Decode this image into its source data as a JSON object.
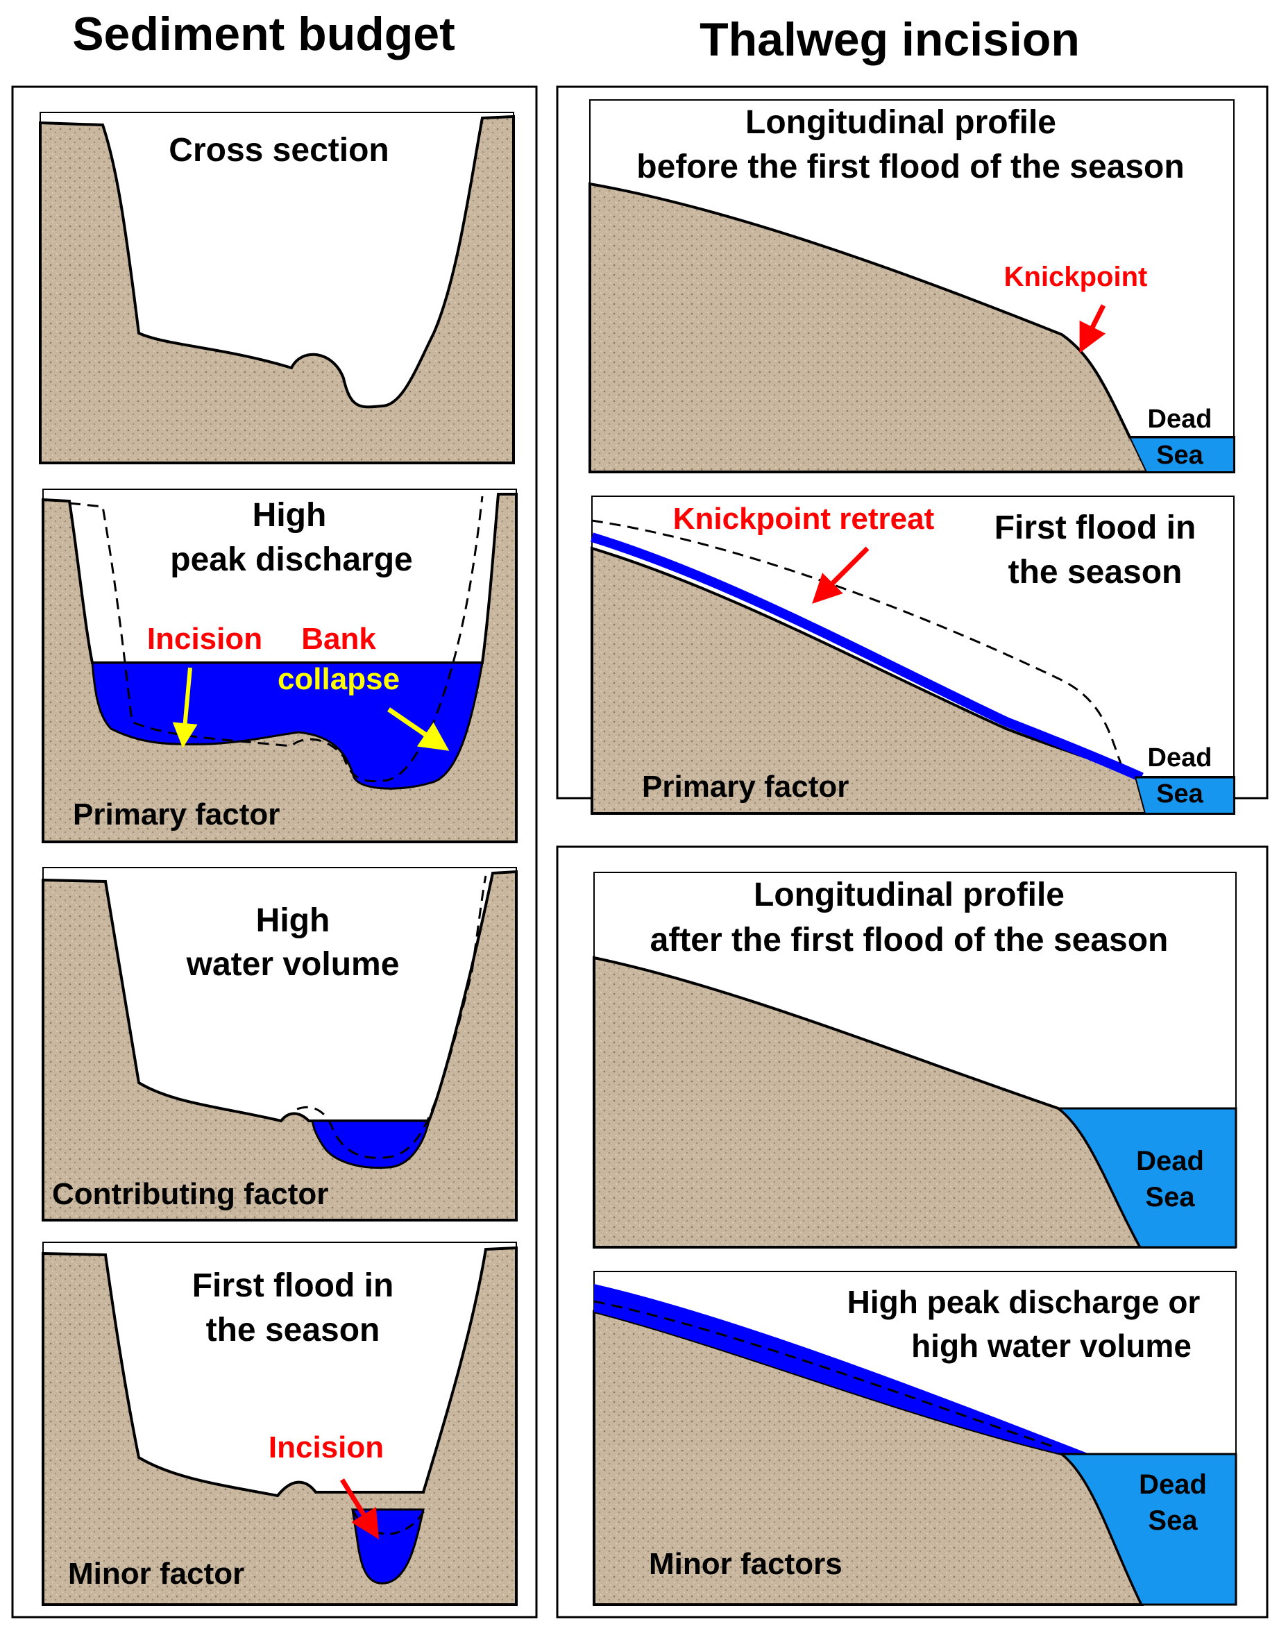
{
  "columns": {
    "left_title": "Sediment budget",
    "right_title": "Thalweg incision"
  },
  "sediment": {
    "cross_section": {
      "title": "Cross section"
    },
    "peak": {
      "title_line1": "High",
      "title_line2": "peak discharge",
      "incision": "Incision",
      "bank": "Bank",
      "collapse": "collapse",
      "factor": "Primary factor"
    },
    "volume": {
      "title_line1": "High",
      "title_line2": "water volume",
      "factor": "Contributing factor"
    },
    "first_flood": {
      "title_line1": "First flood in",
      "title_line2": "the season",
      "incision": "Incision",
      "factor": "Minor factor"
    }
  },
  "thalweg": {
    "before": {
      "title_line1": "Longitudinal profile",
      "title_line2": "before the first flood of the season",
      "knickpoint": "Knickpoint",
      "sea_line1": "Dead",
      "sea_line2": "Sea"
    },
    "first_flood": {
      "title_line1": "First flood in",
      "title_line2": "the season",
      "retreat": "Knickpoint retreat",
      "sea_line1": "Dead",
      "sea_line2": "Sea",
      "factor": "Primary factor"
    },
    "after": {
      "title_line1": "Longitudinal profile",
      "title_line2": "after the first flood of the season",
      "sea_line1": "Dead",
      "sea_line2": "Sea"
    },
    "high": {
      "title_line1": "High peak discharge or",
      "title_line2": "high water volume",
      "sea_line1": "Dead",
      "sea_line2": "Sea",
      "factor": "Minor factors"
    }
  },
  "colors": {
    "sediment": "#c8b79e",
    "channel_water": "#0000ff",
    "sea": "#1796f0",
    "label_red": "#ff0000",
    "label_yellow": "#ffff00"
  }
}
